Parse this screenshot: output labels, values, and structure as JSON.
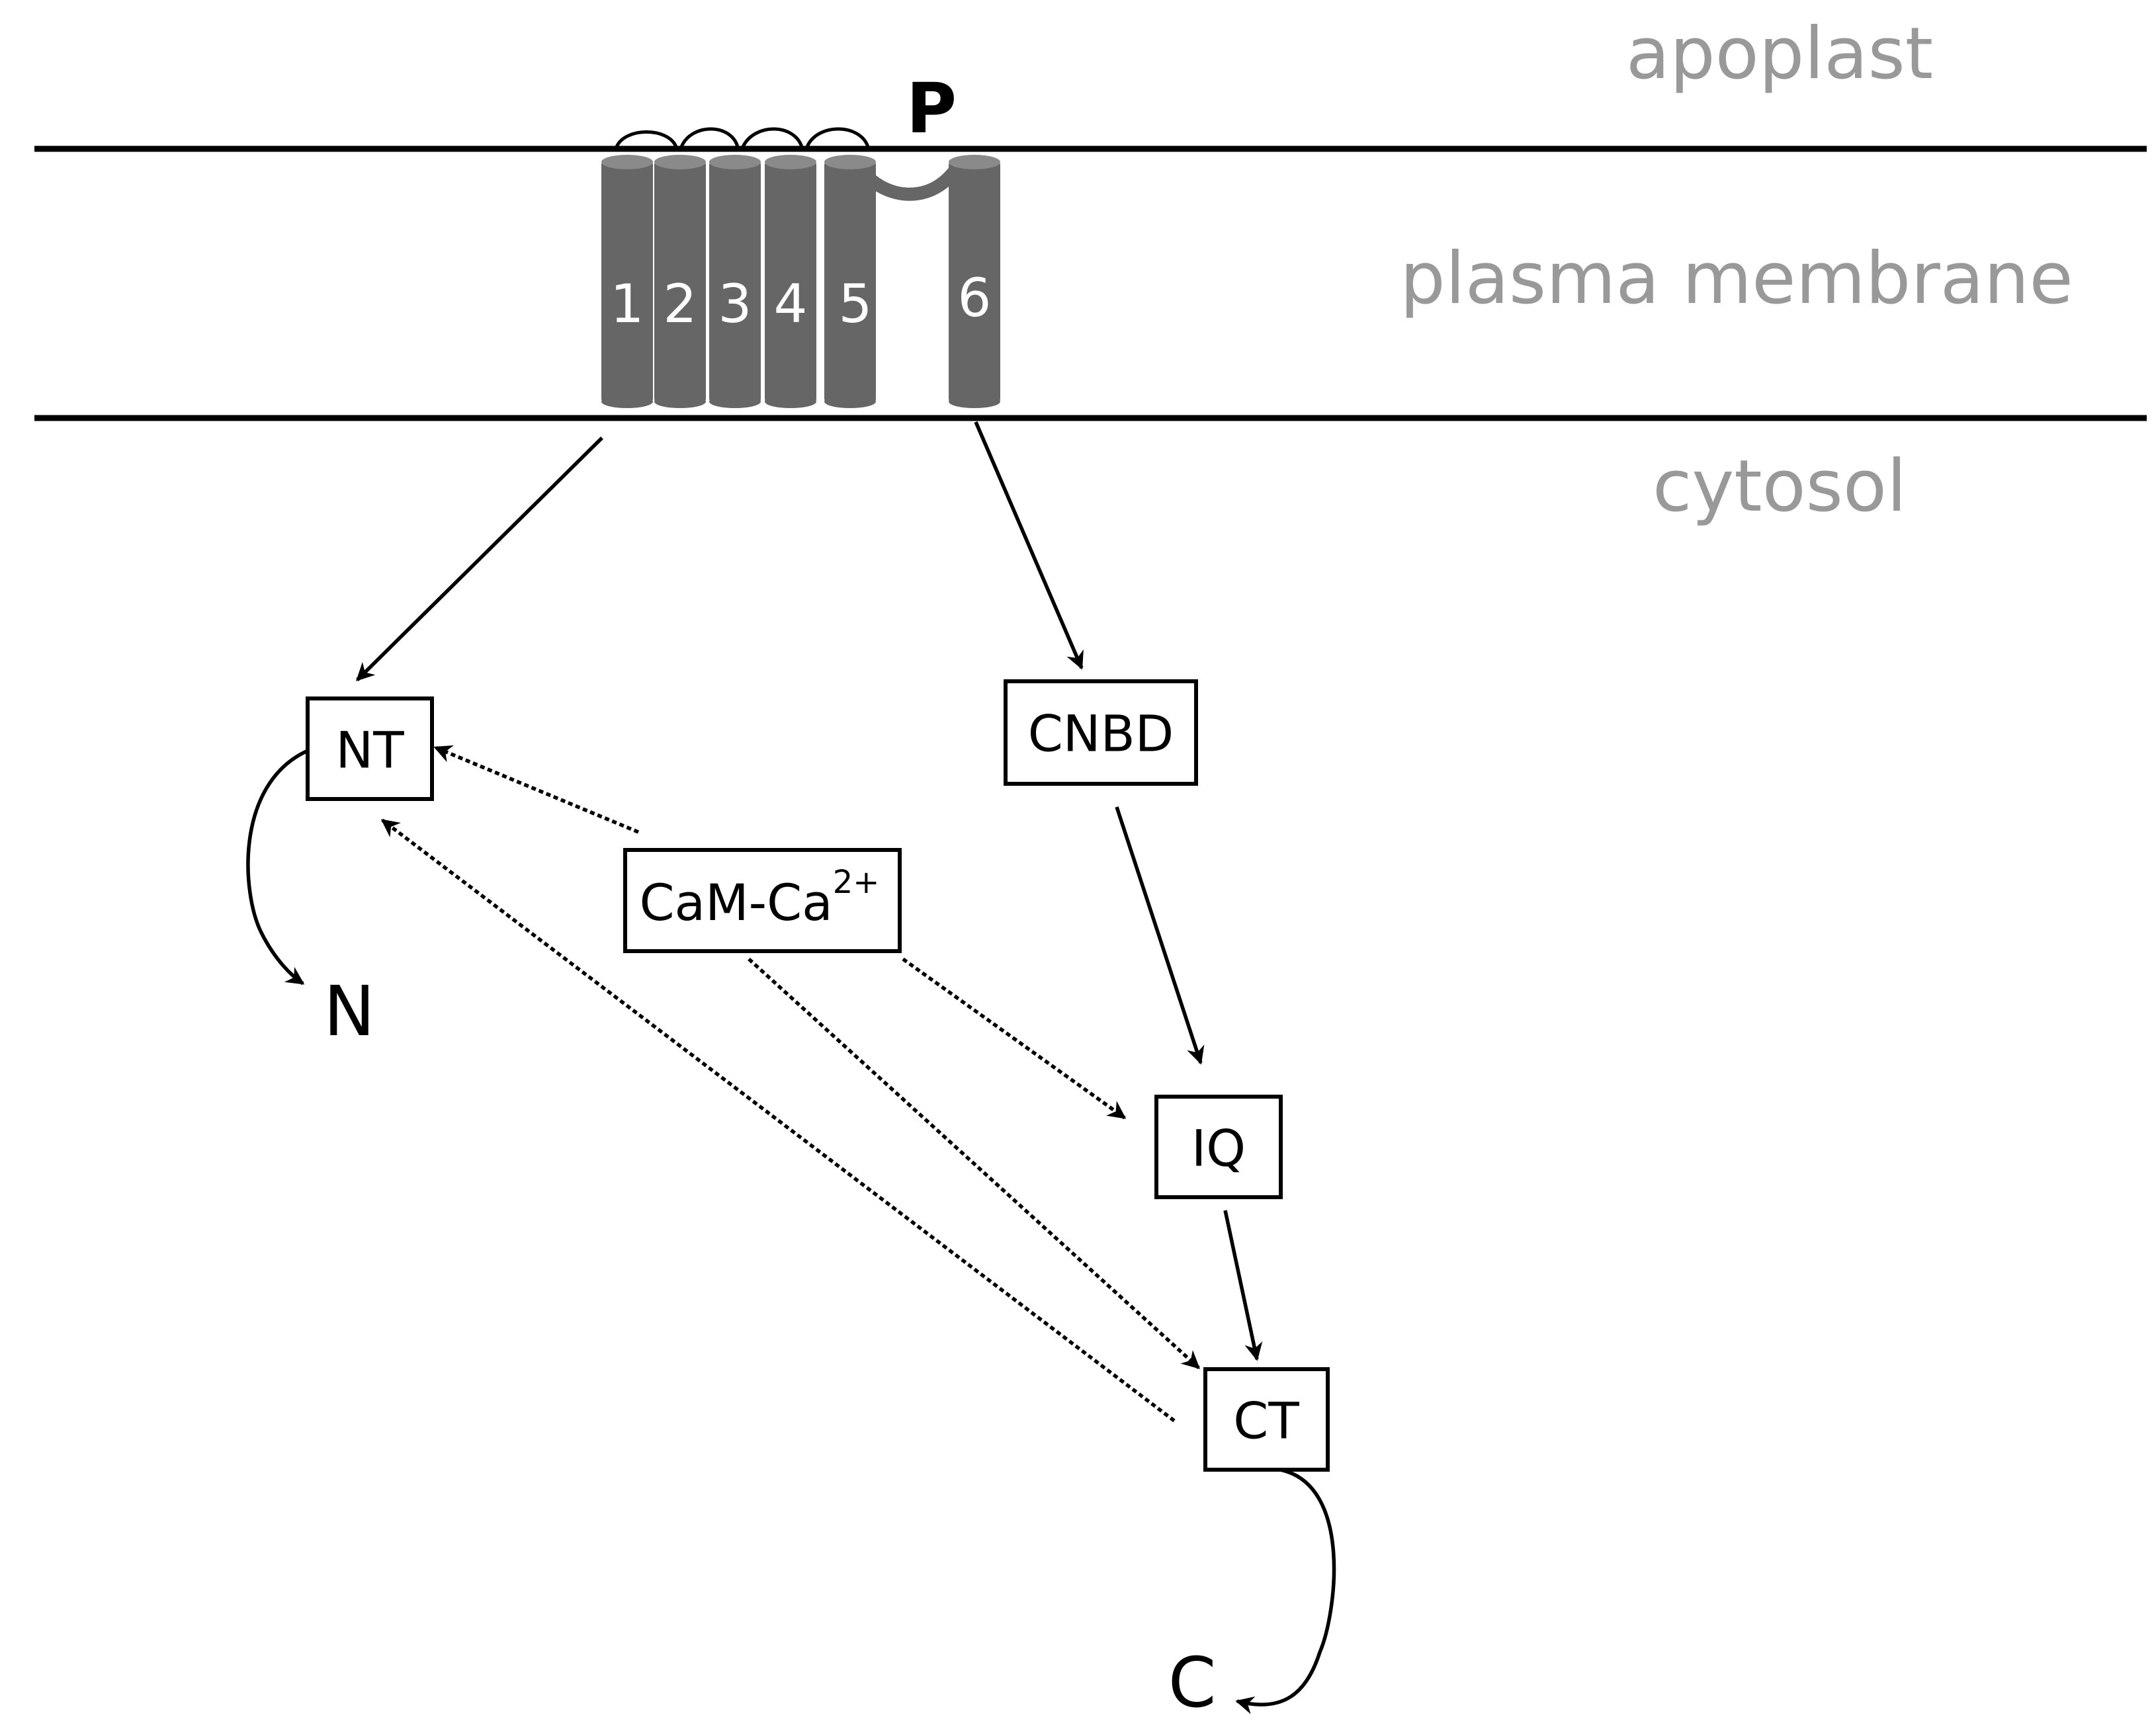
{
  "regions": {
    "apoplast": "apoplast",
    "plasma_membrane": "plasma membrane",
    "cytosol": "cytosol"
  },
  "helices": [
    "1",
    "2",
    "3",
    "4",
    "5",
    "6"
  ],
  "pore_label": "P",
  "domains": {
    "nt": "NT",
    "cnbd": "CNBD",
    "cam": "CaM-Ca",
    "cam_sup": "2+",
    "iq": "IQ",
    "ct": "CT"
  },
  "termini": {
    "n": "N",
    "c": "C"
  },
  "colors": {
    "helix": "#666666",
    "region_text": "#999999",
    "line": "#000000"
  }
}
